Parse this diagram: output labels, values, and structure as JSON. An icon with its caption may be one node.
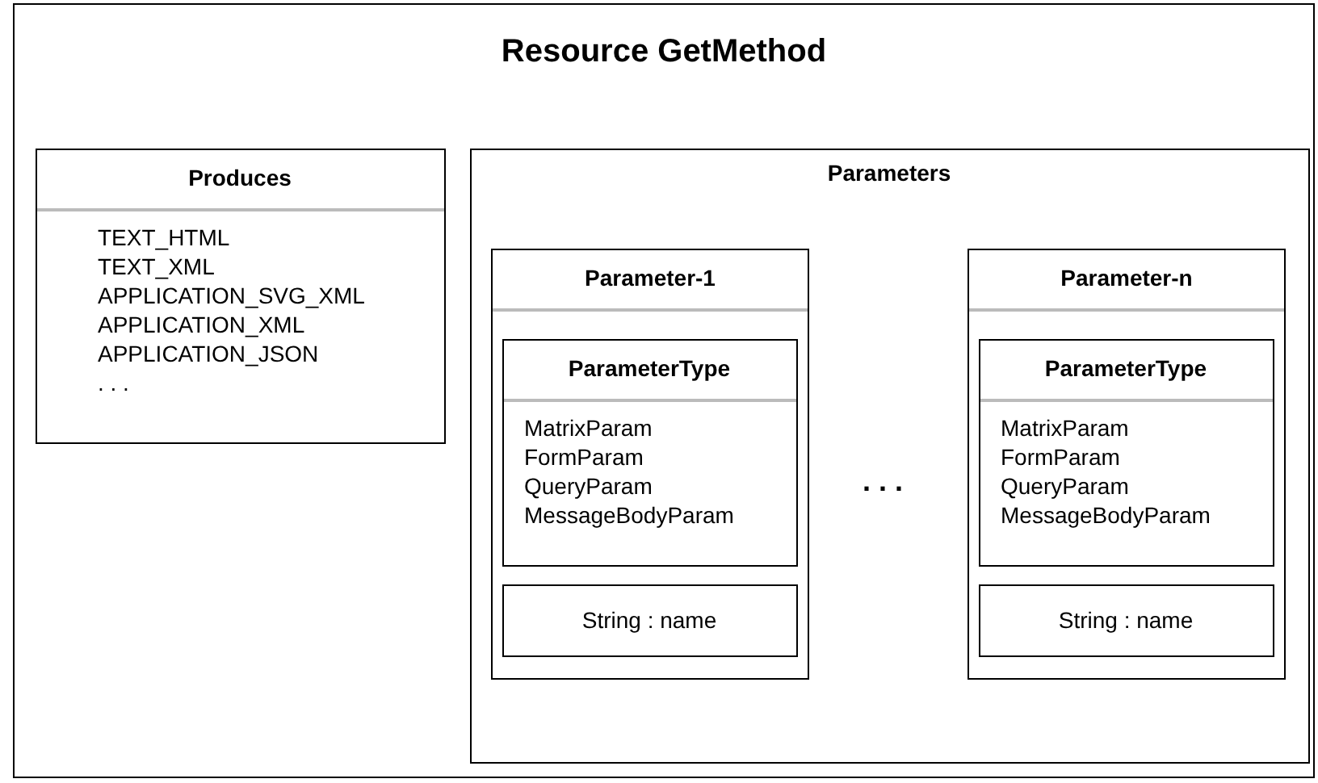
{
  "diagram": {
    "nodes": [
      {
        "text": [
          "Resource GetMethod"
        ]
      },
      {
        "text": [
          "Produces",
          "TEXT_HTML",
          "TEXT_XML",
          "APPLICATION_SVG_XML",
          "APPLICATION_XML",
          "APPLICATION_JSON",
          ". . ."
        ],
        "in": 0
      },
      {
        "text": [
          "Parameters"
        ],
        "in": 0
      },
      {
        "text": [
          "Parameter-1"
        ],
        "in": 2
      },
      {
        "text": [
          "ParameterType",
          "MatrixParam",
          "FormParam",
          "QueryParam",
          "MessageBodyParam"
        ],
        "in": 3
      },
      {
        "text": [
          "String : name"
        ],
        "in": 3
      },
      {
        "text": [
          "Parameter-n"
        ],
        "in": 2
      },
      {
        "text": [
          "ParameterType",
          "MatrixParam",
          "FormParam",
          "QueryParam",
          "MessageBodyParam"
        ],
        "in": 6
      },
      {
        "text": [
          "String : name"
        ],
        "in": 6
      }
    ],
    "labels": [
      ". . ."
    ]
  }
}
